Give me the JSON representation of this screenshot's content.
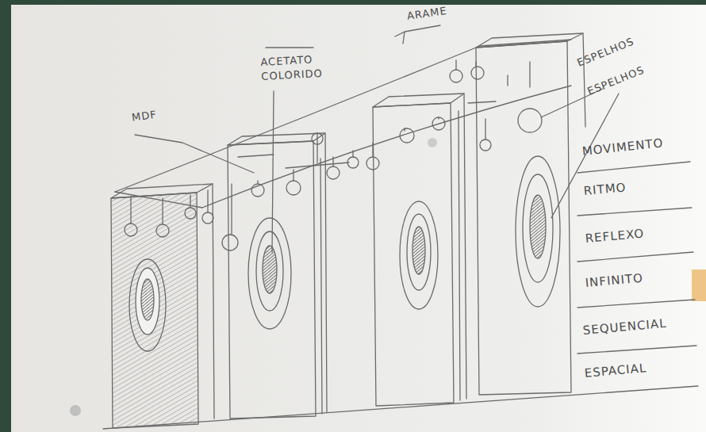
{
  "diagram": {
    "labels": [
      "MDF",
      "ACETATO COLORIDO",
      "ARAME",
      "ESPELHOS",
      "ESPELHOS",
      "MOVIMENTO",
      "RITMO",
      "REFLEXO",
      "INFINITO",
      "SEQUENCIAL",
      "ESPACIAL"
    ]
  }
}
